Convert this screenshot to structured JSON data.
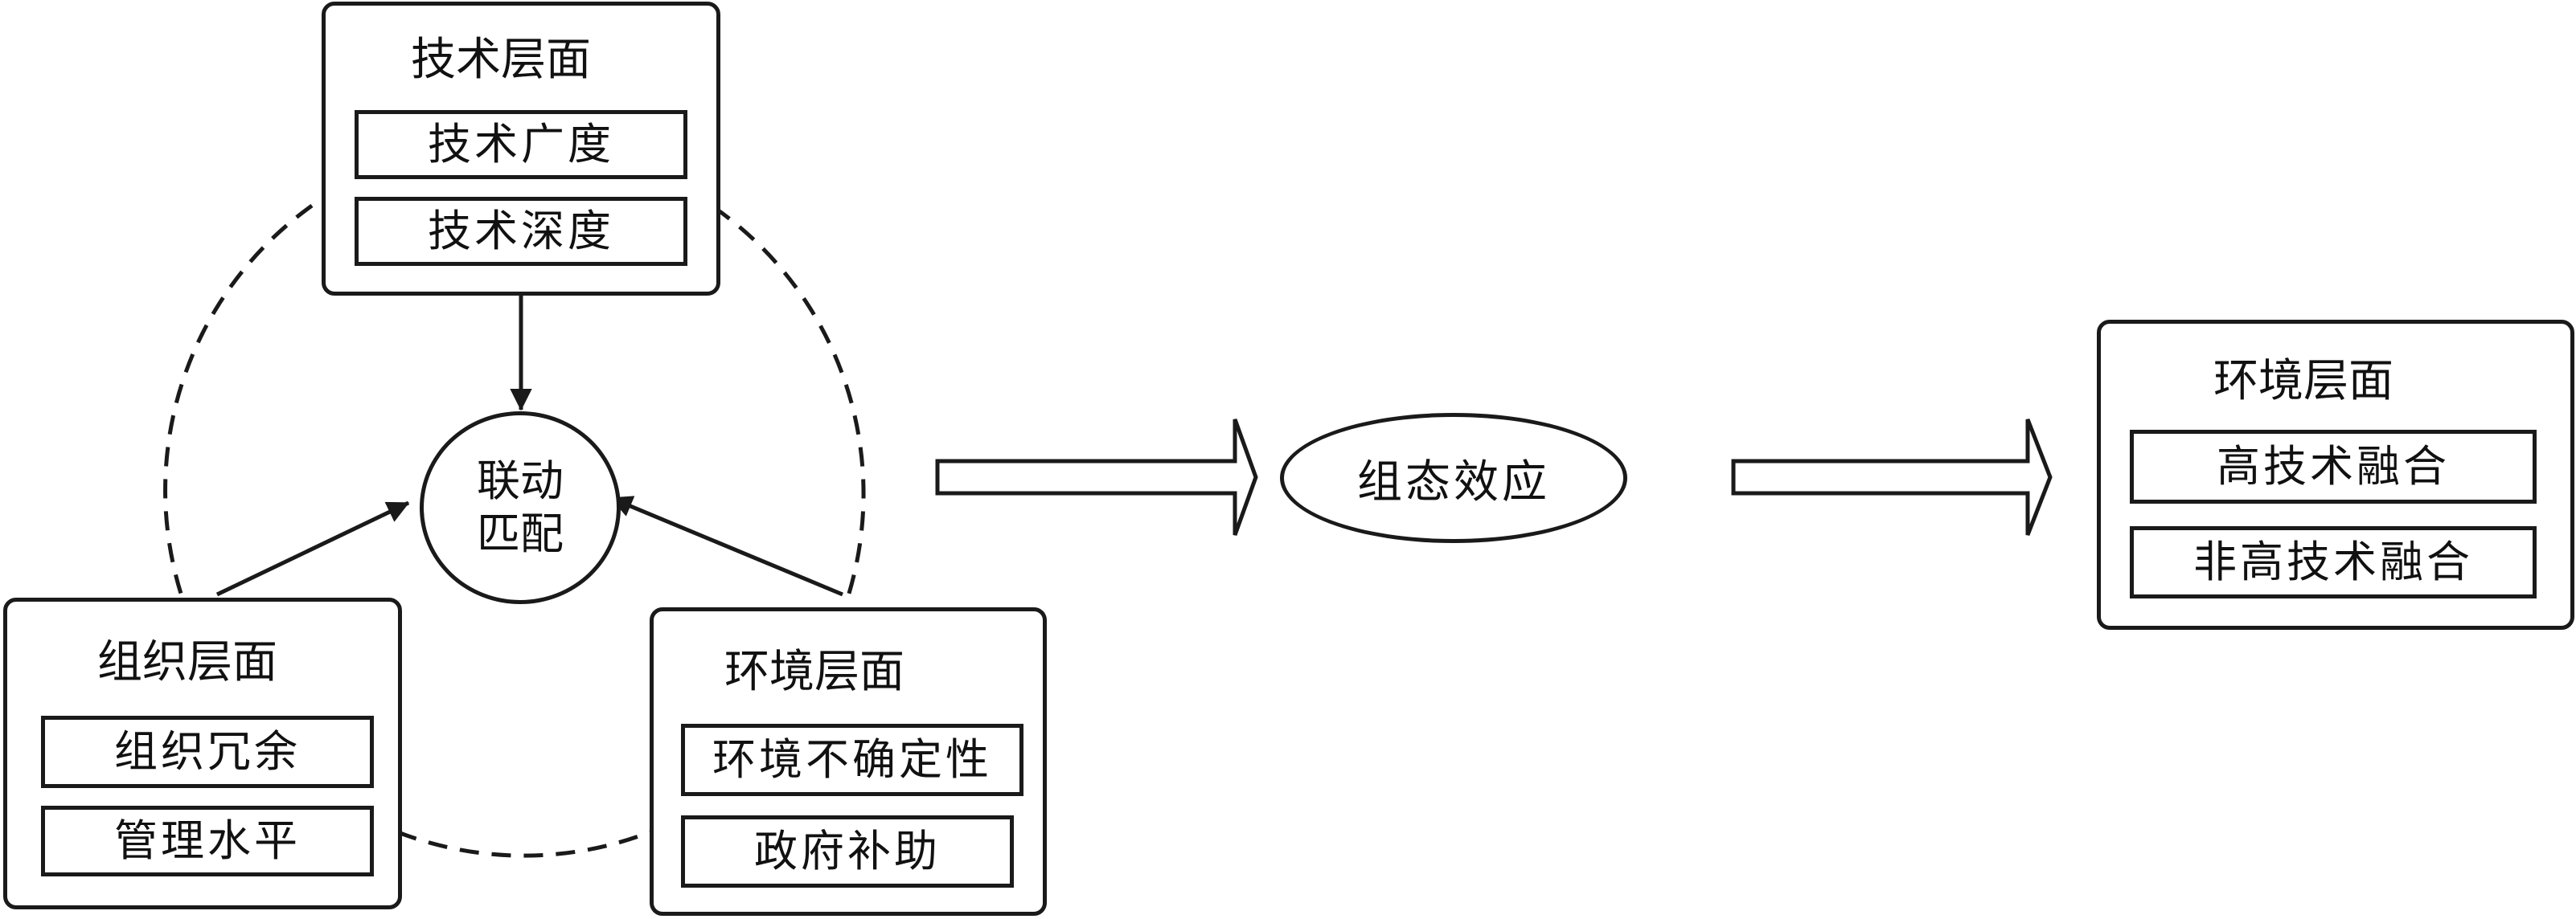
{
  "diagram": {
    "technology": {
      "title": "技术层面",
      "items": [
        "技术广度",
        "技术深度"
      ]
    },
    "organization": {
      "title": "组织层面",
      "items": [
        "组织冗余",
        "管理水平"
      ]
    },
    "environment": {
      "title": "环境层面",
      "items": [
        "环境不确定性",
        "政府补助"
      ]
    },
    "hub": {
      "line1": "联动",
      "line2": "匹配"
    },
    "effect": {
      "label": "组态效应"
    },
    "outcome": {
      "title": "环境层面",
      "items": [
        "高技术融合",
        "非高技术融合"
      ]
    }
  },
  "colors": {
    "stroke": "#1a1a1a",
    "text": "#111111",
    "background": "#ffffff"
  }
}
